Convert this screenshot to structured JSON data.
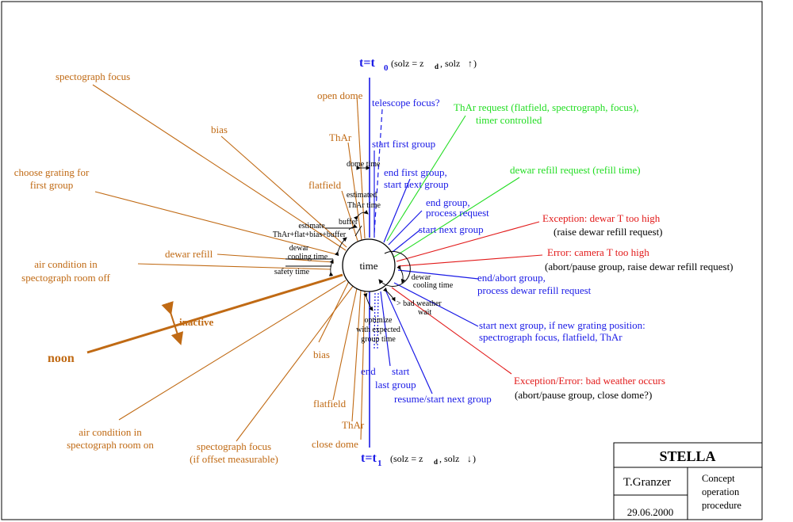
{
  "colors": {
    "orange": "#C06A14",
    "blue": "#1A1AE6",
    "green": "#22DD22",
    "red": "#E21A1A",
    "black": "#000000"
  },
  "top_time": {
    "main": "t=t",
    "sub": "0",
    "paren": "(solz = z",
    "paren_sub": "d",
    "paren_rest": ", solz",
    "arrow": "↑",
    "close": ")"
  },
  "bottom_time": {
    "main": "t=t",
    "sub": "1",
    "paren": "(solz = z",
    "paren_sub": "d",
    "paren_rest": ", solz",
    "arrow": "↓",
    "close": ")"
  },
  "center_label": "time",
  "noon": "noon",
  "inactive": "inactive",
  "orange_labels": {
    "spectograph_focus": "spectograph focus",
    "bias_top": "bias",
    "choose_grating_1": "choose grating for",
    "choose_grating_2": "first group",
    "air_off_1": "air condition in",
    "air_off_2": "spectograph room off",
    "dewar_refill": "dewar refill",
    "flatfield_top": "flatfield",
    "thar_top": "ThAr",
    "open_dome": "open dome",
    "bias_bottom": "bias",
    "flatfield_bottom": "flatfield",
    "thar_bottom": "ThAr",
    "close_dome": "close dome",
    "air_on_1": "air condition in",
    "air_on_2": "spectograph room on",
    "spec_focus_offset_1": "spectograph focus",
    "spec_focus_offset_2": "(if offset measurable)"
  },
  "blue_labels": {
    "telescope_focus": "telescope focus?",
    "start_first_group": "start first group",
    "end_first_group_1": "end first group,",
    "end_first_group_2": "start next group",
    "end_group_1": "end group,",
    "end_group_2": "process request",
    "start_next_group": "start next group",
    "end_abort_1": "end/abort group,",
    "end_abort_2": "process dewar refill request",
    "start_next_grating_1": "start next group, if new grating position:",
    "start_next_grating_2": "spectrograph focus, flatfield, ThAr",
    "resume_start": "resume/start next group",
    "start_last_1": "start",
    "start_last_2": "last group",
    "end": "end"
  },
  "green_labels": {
    "thar_request_1": "ThAr request (flatfield, spectrograph, focus),",
    "thar_request_2": "timer controlled",
    "dewar_refill_request": "dewar refill request (refill time)"
  },
  "red_labels": {
    "exc_dewar": "Exception: dewar T too high",
    "err_camera": "Error: camera T too high",
    "exc_weather": "Exception/Error: bad weather occurs"
  },
  "black_labels": {
    "raise_dewar": "(raise dewar refill request)",
    "abort_pause_raise": "(abort/pause group, raise dewar refill request)",
    "abort_pause_close": "(abort/pause group, close dome?)",
    "dome_time": "dome time",
    "estimated_thar_1": "estimated",
    "estimated_thar_2": "ThAr time",
    "buffer": "buffer",
    "estimate_1": "estimate",
    "estimate_2": "ThAr+flat+bias+buffer",
    "dewar_cooling_left_1": "dewar",
    "dewar_cooling_left_2": "cooling time",
    "safety_time": "safety time",
    "dewar_cooling_right_1": "dewar",
    "dewar_cooling_right_2": "cooling time",
    "bad_weather_1": "> bad weather",
    "bad_weather_2": "wait",
    "optimize_1": "optimize",
    "optimize_2": "with expected",
    "optimize_3": "group time"
  },
  "title_block": {
    "title": "STELLA",
    "author": "T.Granzer",
    "date": "29.06.2000",
    "desc_1": "Concept",
    "desc_2": "operation",
    "desc_3": "procedure"
  }
}
